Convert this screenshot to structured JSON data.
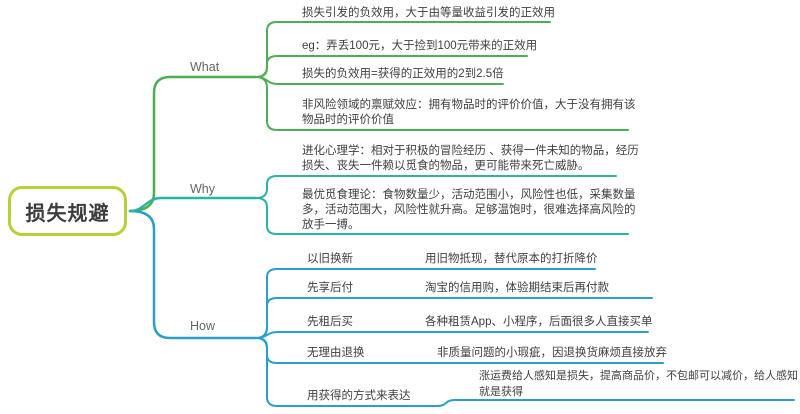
{
  "root": {
    "label": "损失规避",
    "border_color": "#b2d235"
  },
  "text_color": "#3f3f3f",
  "label_color": "#666666",
  "branches": [
    {
      "id": "what",
      "label": "What",
      "color": "#4fae54",
      "children": [
        {
          "text": "损失引发的负效用，大于由等量收益引发的正效用"
        },
        {
          "text": "eg：弄丢100元，大于捡到100元带来的正效用"
        },
        {
          "text": "损失的负效用=获得的正效用的2到2.5倍"
        },
        {
          "text": "非风险领域的禀赋效应：拥有物品时的评价价值，大于没有拥有该物品时的评价价值"
        }
      ]
    },
    {
      "id": "why",
      "label": "Why",
      "color": "#2bb3a6",
      "children": [
        {
          "text": "进化心理学：相对于积极的冒险经历 、获得一件未知的物品，经历损失、丧失一件赖以觅食的物品，更可能带来死亡威胁。"
        },
        {
          "text": "最优觅食理论：食物数量少，活动范围小，风险性也低，采集数量多，活动范围大，风险性就升高。足够温饱时，很难选择高风险的放手一搏。"
        }
      ]
    },
    {
      "id": "how",
      "label": "How",
      "color": "#2b9fc9",
      "children": [
        {
          "text": "以旧换新",
          "detail": "用旧物抵现，替代原本的打折降价"
        },
        {
          "text": "先享后付",
          "detail": "淘宝的信用购，体验期结束后再付款"
        },
        {
          "text": "先租后买",
          "detail": "各种租赁App、小程序，后面很多人直接买单"
        },
        {
          "text": "无理由退换",
          "detail": "非质量问题的小瑕疵，因退换货麻烦直接放弃"
        },
        {
          "text": "用获得的方式来表达",
          "detail": "涨运费给人感知是损失，提高商品价，不包邮可以减价，给人感知就是获得"
        }
      ]
    }
  ]
}
